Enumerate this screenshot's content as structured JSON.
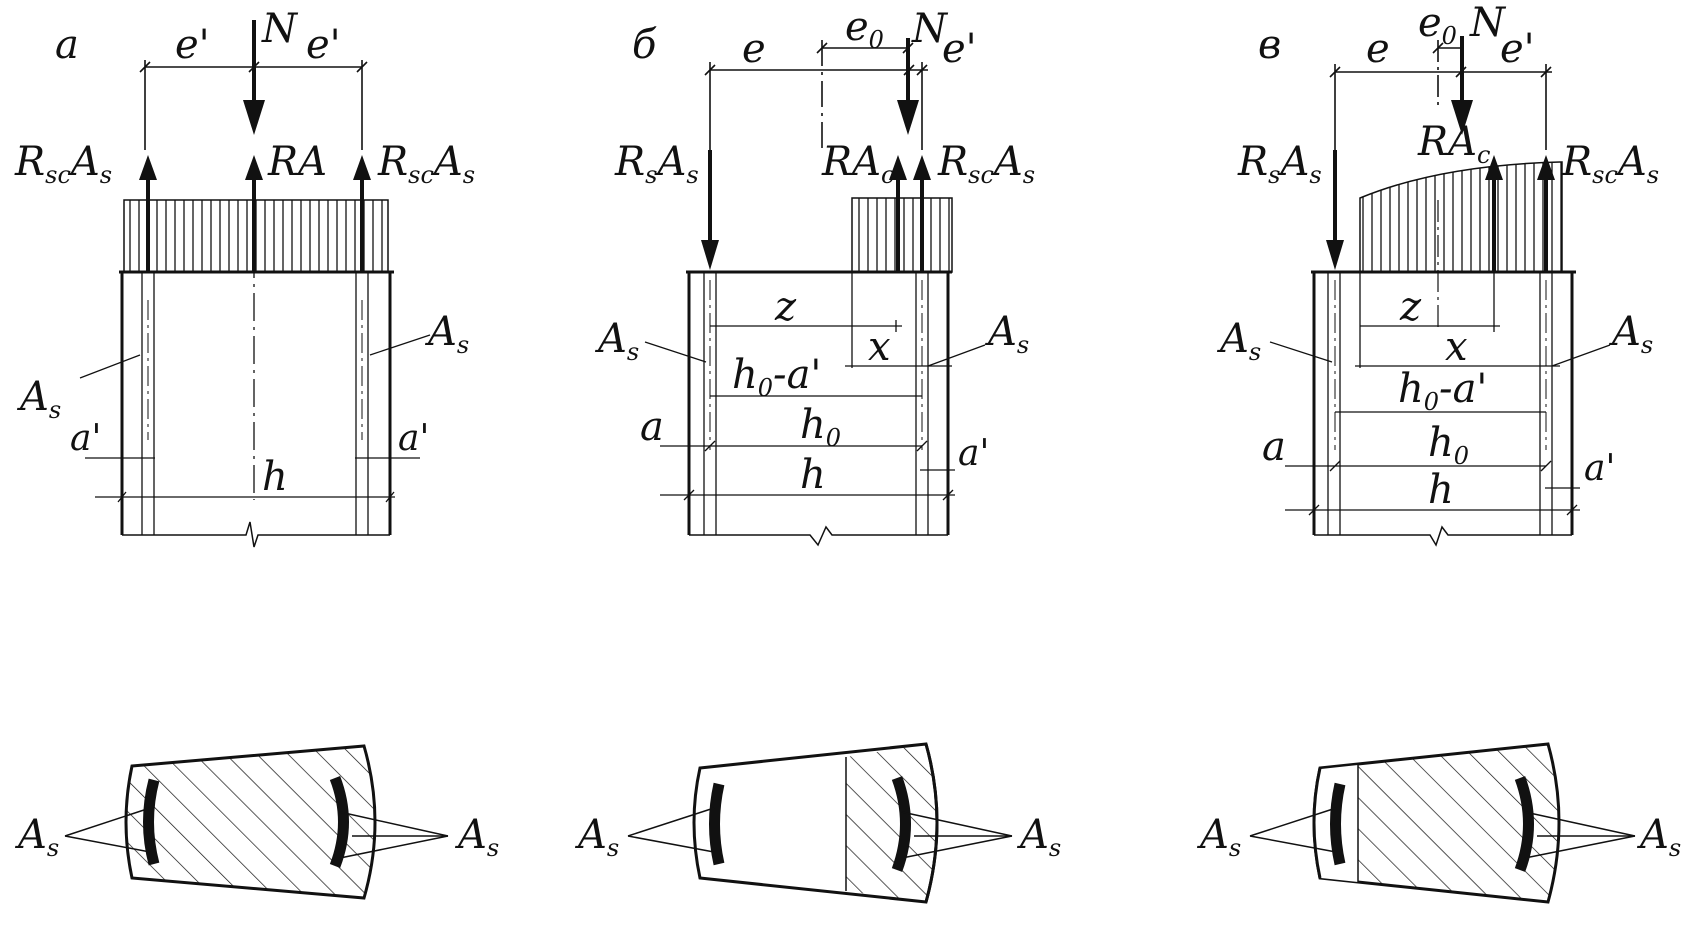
{
  "panels": [
    {
      "letter": "а",
      "top": {
        "e_left": "e'",
        "e_right": "e'",
        "N": "N",
        "f_left": "R",
        "f_left_sub": "sc",
        "f_left_A": "A",
        "f_left_As": "s",
        "f_mid": "RA",
        "f_right": "R",
        "f_right_sub": "sc",
        "f_right_A": "A",
        "f_right_As": "s"
      },
      "dims": {
        "left_bar": "A",
        "left_bar_sub": "s",
        "right_bar": "A",
        "right_bar_sub": "s",
        "a_left": "a'",
        "a_right": "a'",
        "h": "h"
      },
      "bottom": {
        "left": "A",
        "left_sub": "s",
        "right": "A",
        "right_sub": "s"
      }
    },
    {
      "letter": "б",
      "top": {
        "e": "e",
        "e0": "e",
        "e0_sub": "0",
        "N": "N",
        "e_right": "e'",
        "f_left": "R",
        "f_left_sub": "s",
        "f_left_A": "A",
        "f_left_As": "s",
        "f_mid": "RA",
        "f_mid_sub": "c",
        "f_right": "R",
        "f_right_sub": "sc",
        "f_right_A": "A",
        "f_right_As": "s"
      },
      "dims": {
        "z": "z",
        "x": "x",
        "As_left": "A",
        "As_left_sub": "s",
        "As_right": "A",
        "As_right_sub": "s",
        "h0a": "h",
        "h0a_sub": "0",
        "h0a_tail": "-a'",
        "h0": "h",
        "h0_sub": "0",
        "h": "h",
        "a": "a",
        "a_right": "a'"
      },
      "bottom": {
        "left": "A",
        "left_sub": "s",
        "right": "A",
        "right_sub": "s"
      }
    },
    {
      "letter": "в",
      "top": {
        "e": "e",
        "e0": "e",
        "e0_sub": "0",
        "N": "N",
        "e_right": "e'",
        "f_left": "R",
        "f_left_sub": "s",
        "f_left_A": "A",
        "f_left_As": "s",
        "f_mid": "RA",
        "f_mid_sub": "c",
        "f_right": "R",
        "f_right_sub": "sc",
        "f_right_A": "A",
        "f_right_As": "s"
      },
      "dims": {
        "z": "z",
        "x": "x",
        "As_left": "A",
        "As_left_sub": "s",
        "As_right": "A",
        "As_right_sub": "s",
        "h0a": "h",
        "h0a_sub": "0",
        "h0a_tail": "-a'",
        "h0": "h",
        "h0_sub": "0",
        "h": "h",
        "a": "a",
        "a_right": "a'"
      },
      "bottom": {
        "left": "A",
        "left_sub": "s",
        "right": "A",
        "right_sub": "s"
      }
    }
  ],
  "colors": {
    "ink": "#111111",
    "background": "#ffffff"
  }
}
